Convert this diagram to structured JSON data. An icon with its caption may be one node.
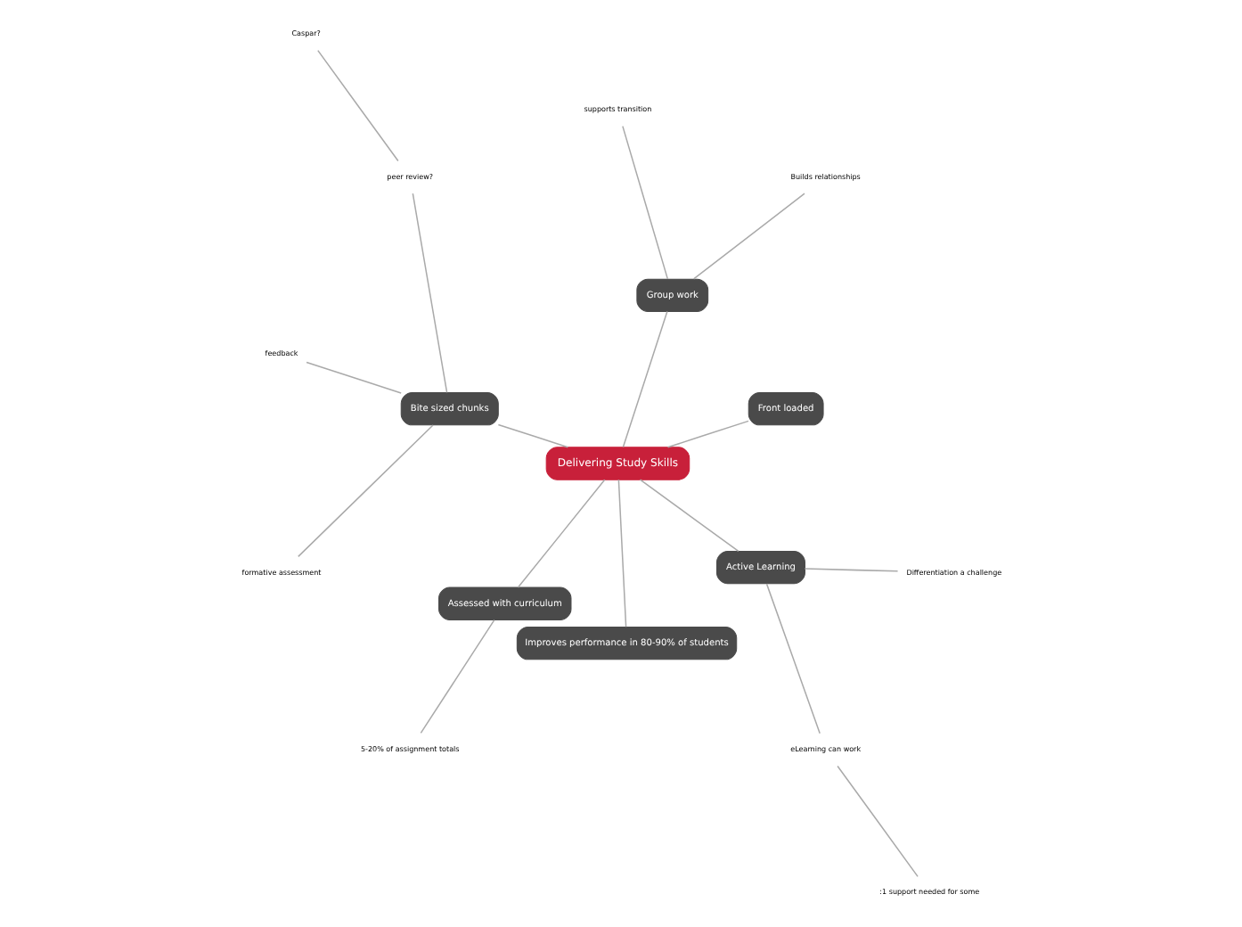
{
  "diagram": {
    "nodes": [
      {
        "text": [
          "Delivering Study Skills"
        ]
      },
      {
        "text": [
          "Front loaded"
        ]
      },
      {
        "text": [
          "Group work"
        ]
      },
      {
        "text": [
          "Builds relationships"
        ]
      },
      {
        "text": [
          "supports transition"
        ]
      },
      {
        "text": [
          "Bite sized chunks"
        ]
      },
      {
        "text": [
          "peer review?"
        ]
      },
      {
        "text": [
          "Caspar?"
        ]
      },
      {
        "text": [
          "feedback"
        ]
      },
      {
        "text": [
          "formative assessment"
        ]
      },
      {
        "text": [
          "Assessed with curriculum"
        ]
      },
      {
        "text": [
          "5-20% of assignment totals"
        ]
      },
      {
        "text": [
          "Improves performance in 80-90% of students"
        ]
      },
      {
        "text": [
          "Active Learning"
        ]
      },
      {
        "text": [
          "eLearning can work"
        ]
      },
      {
        "text": [
          ":1 support needed for some"
        ]
      },
      {
        "text": [
          "Differentiation a challenge"
        ]
      }
    ],
    "edges": [
      {
        "from": 0,
        "to": 1,
        "arrow": "none"
      },
      {
        "from": 0,
        "to": 2,
        "arrow": "none"
      },
      {
        "from": 2,
        "to": 3,
        "arrow": "none"
      },
      {
        "from": 2,
        "to": 4,
        "arrow": "none"
      },
      {
        "from": 0,
        "to": 5,
        "arrow": "none"
      },
      {
        "from": 5,
        "to": 6,
        "arrow": "none"
      },
      {
        "from": 6,
        "to": 7,
        "arrow": "none"
      },
      {
        "from": 5,
        "to": 8,
        "arrow": "none"
      },
      {
        "from": 5,
        "to": 9,
        "arrow": "none"
      },
      {
        "from": 0,
        "to": 10,
        "arrow": "none"
      },
      {
        "from": 10,
        "to": 11,
        "arrow": "none"
      },
      {
        "from": 0,
        "to": 12,
        "arrow": "none"
      },
      {
        "from": 0,
        "to": 13,
        "arrow": "none"
      },
      {
        "from": 13,
        "to": 14,
        "arrow": "none"
      },
      {
        "from": 14,
        "to": 15,
        "arrow": "none"
      },
      {
        "from": 13,
        "to": 16,
        "arrow": "none"
      }
    ]
  }
}
